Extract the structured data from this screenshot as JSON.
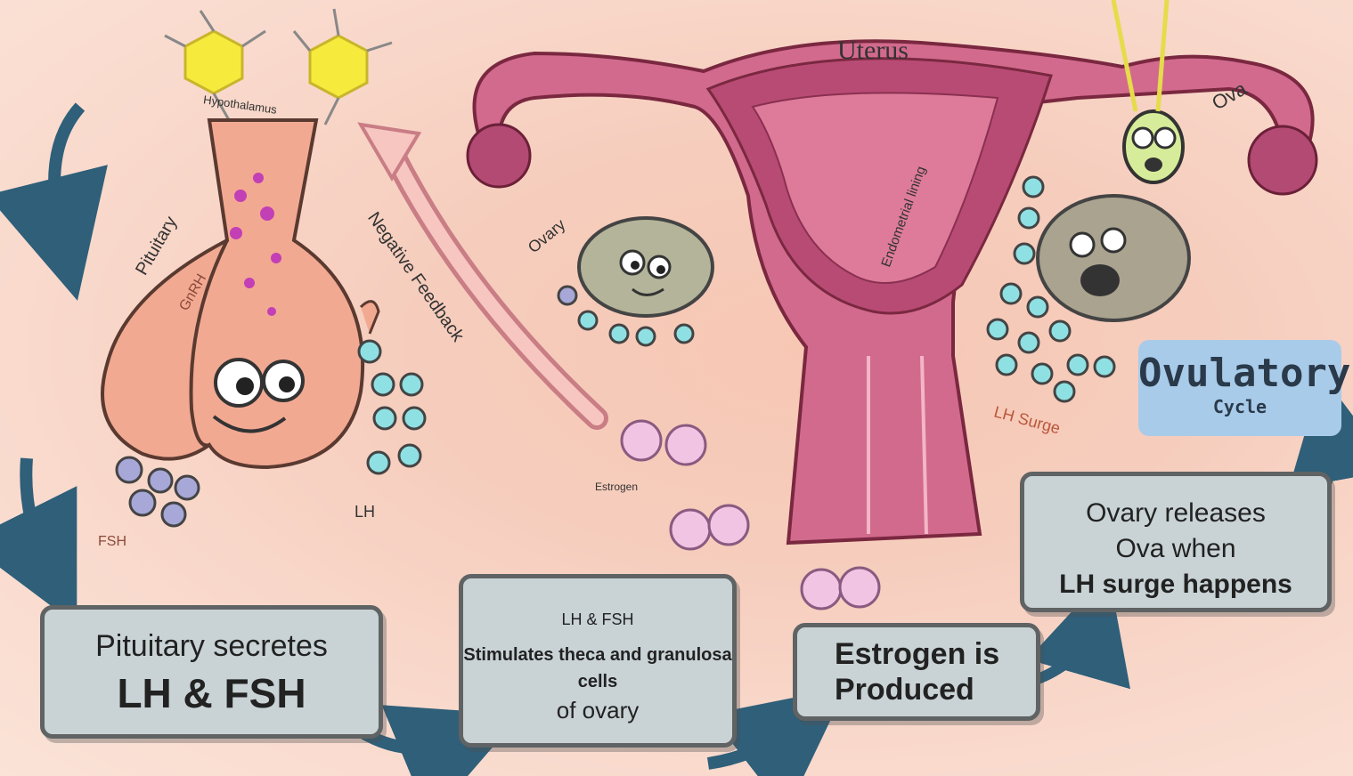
{
  "labels": {
    "hypothalamus": "Hypothalamus",
    "pituitary": "Pituitary",
    "gnrh": "GnRH",
    "fsh": "FSH",
    "lh": "LH",
    "negative_feedback": "Negative Feedback",
    "ovary": "Ovary",
    "estrogen": "Estrogen",
    "uterus": "Uterus",
    "endometrial_lining": "Endometrial lining",
    "ova": "Ova",
    "lh_surge": "LH Surge"
  },
  "badge": {
    "title": "Ovulatory",
    "subtitle": "Cycle"
  },
  "steps": {
    "step1": {
      "line1": "Pituitary secretes",
      "line2": "LH & FSH"
    },
    "step2": {
      "line1": "LH & FSH",
      "line2": "Stimulates theca and granulosa cells",
      "line3": "of ovary"
    },
    "step3": {
      "line1": "Estrogen is",
      "line2": "Produced"
    },
    "step4": {
      "line1": "Ovary releases",
      "line2": "Ova when",
      "line3": "LH surge happens"
    }
  },
  "colors": {
    "uterus": "#d26a8e",
    "pituitary": "#f2a992",
    "box": "#c9d3d6",
    "arrow": "#2f5f79",
    "hormone_lh": "#8fe0e3",
    "hormone_fsh": "#a7a7d8",
    "badge": "#a9cbea"
  }
}
